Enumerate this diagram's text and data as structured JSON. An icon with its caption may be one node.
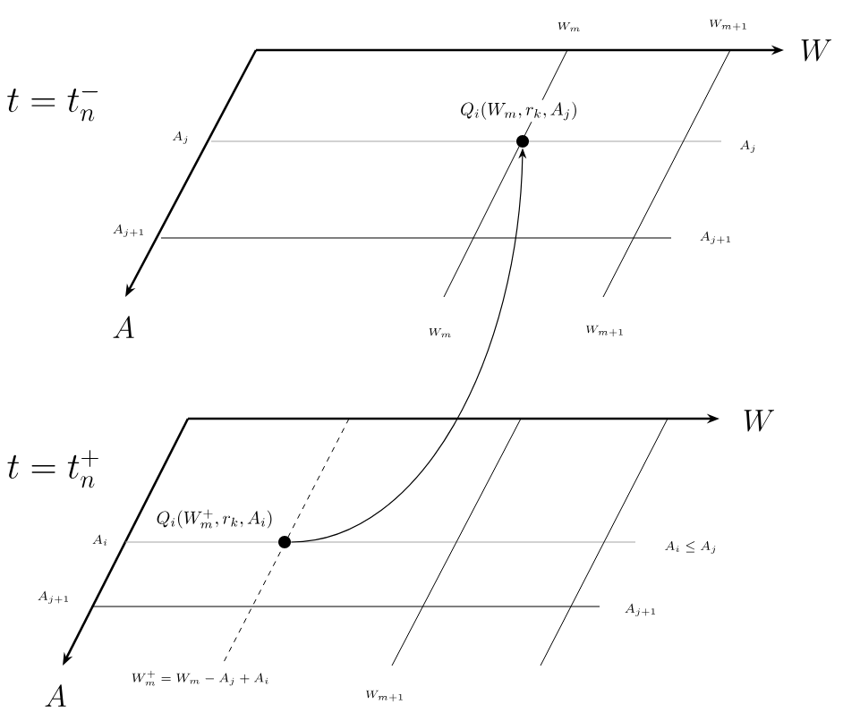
{
  "diagram": {
    "nodes": [
      {
        "text": [],
        "shape": "circle",
        "beside": [
          "Q_i(W_m, r_k, A_j)"
        ]
      },
      {
        "text": [],
        "shape": "circle",
        "beside": [
          "Q_i(W_m^+, r_k, A_i)"
        ]
      }
    ],
    "edges": [
      {
        "from": 1,
        "to": 0,
        "arrow": "to"
      }
    ],
    "labels": [
      "W_m",
      "W_{m+1}",
      "W",
      "t = t_n^-",
      "A_j",
      "A_j",
      "A_{j+1}",
      "A_{j+1}",
      "A",
      "W_m",
      "W_{m+1}",
      "W",
      "t = t_n^+",
      "A_i",
      "A_i \\le A_j",
      "A_{j+1}",
      "A_{j+1}",
      "A",
      "W_m^+ = W_m - A_j + A_i",
      "W_{m+1}"
    ]
  }
}
